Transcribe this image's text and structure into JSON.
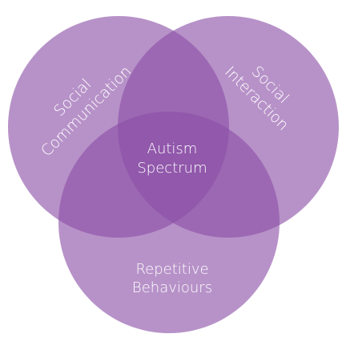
{
  "diagram": {
    "colors": {
      "circle": "#8a4fa6",
      "label": "#ffffff",
      "background": "#ffffff"
    },
    "sets": [
      {
        "id": "social-communication",
        "lines": [
          "Social",
          "Communication"
        ]
      },
      {
        "id": "social-interaction",
        "lines": [
          "Social",
          "Interaction"
        ]
      },
      {
        "id": "repetitive-behaviours",
        "lines": [
          "Repetitive",
          "Behaviours"
        ]
      }
    ],
    "center": {
      "lines": [
        "Autism",
        "Spectrum"
      ]
    }
  }
}
